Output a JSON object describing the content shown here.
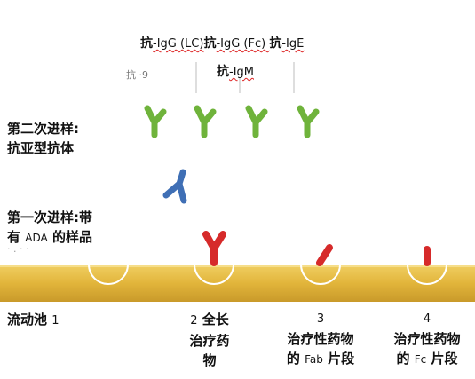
{
  "antibody_labels": {
    "line1_a": "抗",
    "line1_a_sub": "-IgG (LC)",
    "line1_b": "抗",
    "line1_b_sub": "-IgG (Fc) ",
    "line1_c": "抗",
    "line1_c_sub": "-IgE",
    "line2_a": "抗",
    "line2_a_sub": "-IgM"
  },
  "second_injection": {
    "line1": "第二次进样:",
    "line2": "抗亚型抗体"
  },
  "first_injection": {
    "line1": "第一次进样:带",
    "line2_a": "有",
    "line2_b": "ADA",
    "line2_c": "的样品"
  },
  "flow_cell": {
    "label": "流动池",
    "number": "1"
  },
  "cells": [
    {
      "number": "2",
      "line1": "全长",
      "line2": "治疗药",
      "line3": "物"
    },
    {
      "number": "3",
      "line1": "治疗性药物",
      "line2_a": "的",
      "line2_b": "Fab",
      "line2_c": "片段"
    },
    {
      "number": "4",
      "line1": "治疗性药物",
      "line2_a": "的",
      "line2_b": "Fc",
      "line2_c": "片段"
    }
  ],
  "colors": {
    "surface": "#e4b83e",
    "green": "#6fb33b",
    "blue": "#3f6fb5",
    "red": "#d62a2a"
  }
}
